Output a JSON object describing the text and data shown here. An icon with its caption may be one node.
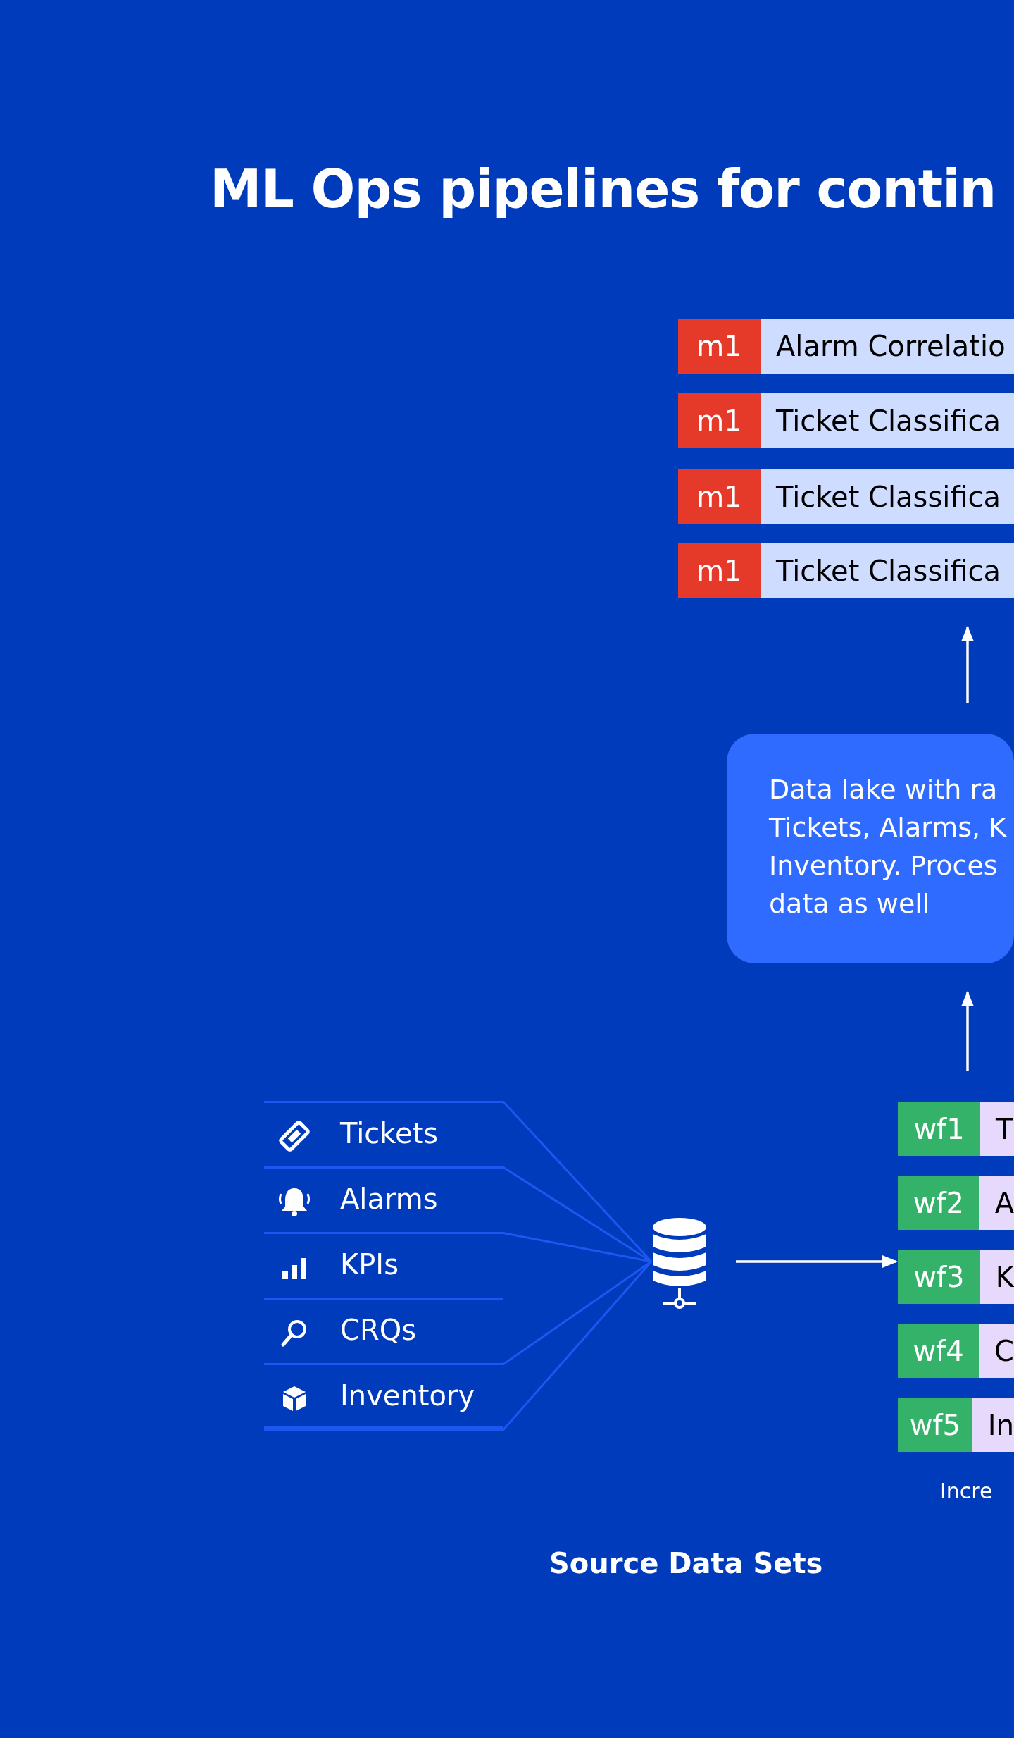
{
  "diagram": {
    "title": "ML Ops pipelines for contin",
    "nodes": [
      {
        "text": [
          "m1",
          "Alarm Correlatio"
        ]
      },
      {
        "text": [
          "m1",
          "Ticket Classifica"
        ]
      },
      {
        "text": [
          "m1",
          "Ticket Classifica"
        ]
      },
      {
        "text": [
          "m1",
          "Ticket Classifica"
        ]
      },
      {
        "text": [
          "Data lake with ra Tickets, Alarms, K Inventory. Proces data as well"
        ]
      },
      {
        "text": [
          "Tickets"
        ]
      },
      {
        "text": [
          "Alarms"
        ]
      },
      {
        "text": [
          "KPIs"
        ]
      },
      {
        "text": [
          "CRQs"
        ]
      },
      {
        "text": [
          "Inventory"
        ]
      },
      {
        "text": [],
        "shape": "cylinder"
      },
      {
        "text": [
          "wf1",
          "T"
        ]
      },
      {
        "text": [
          "wf2",
          "A"
        ]
      },
      {
        "text": [
          "wf3",
          "K"
        ]
      },
      {
        "text": [
          "wf4",
          "C"
        ]
      },
      {
        "text": [
          "wf5",
          "In"
        ]
      }
    ],
    "edges": [
      {
        "from": 4,
        "to": 3,
        "arrow": "to",
        "color": "#ffffff"
      },
      {
        "from": 11,
        "to": 4,
        "arrow": "to",
        "color": "#ffffff"
      },
      {
        "from": 5,
        "to": 10,
        "arrow": "none"
      },
      {
        "from": 6,
        "to": 10,
        "arrow": "none"
      },
      {
        "from": 7,
        "to": 10,
        "arrow": "none"
      },
      {
        "from": 8,
        "to": 10,
        "arrow": "none"
      },
      {
        "from": 9,
        "to": 10,
        "arrow": "none"
      },
      {
        "from": 10,
        "to": 13,
        "arrow": "to",
        "color": "#ffffff"
      }
    ],
    "labels": [
      "Incre",
      "Source Data Sets"
    ]
  }
}
